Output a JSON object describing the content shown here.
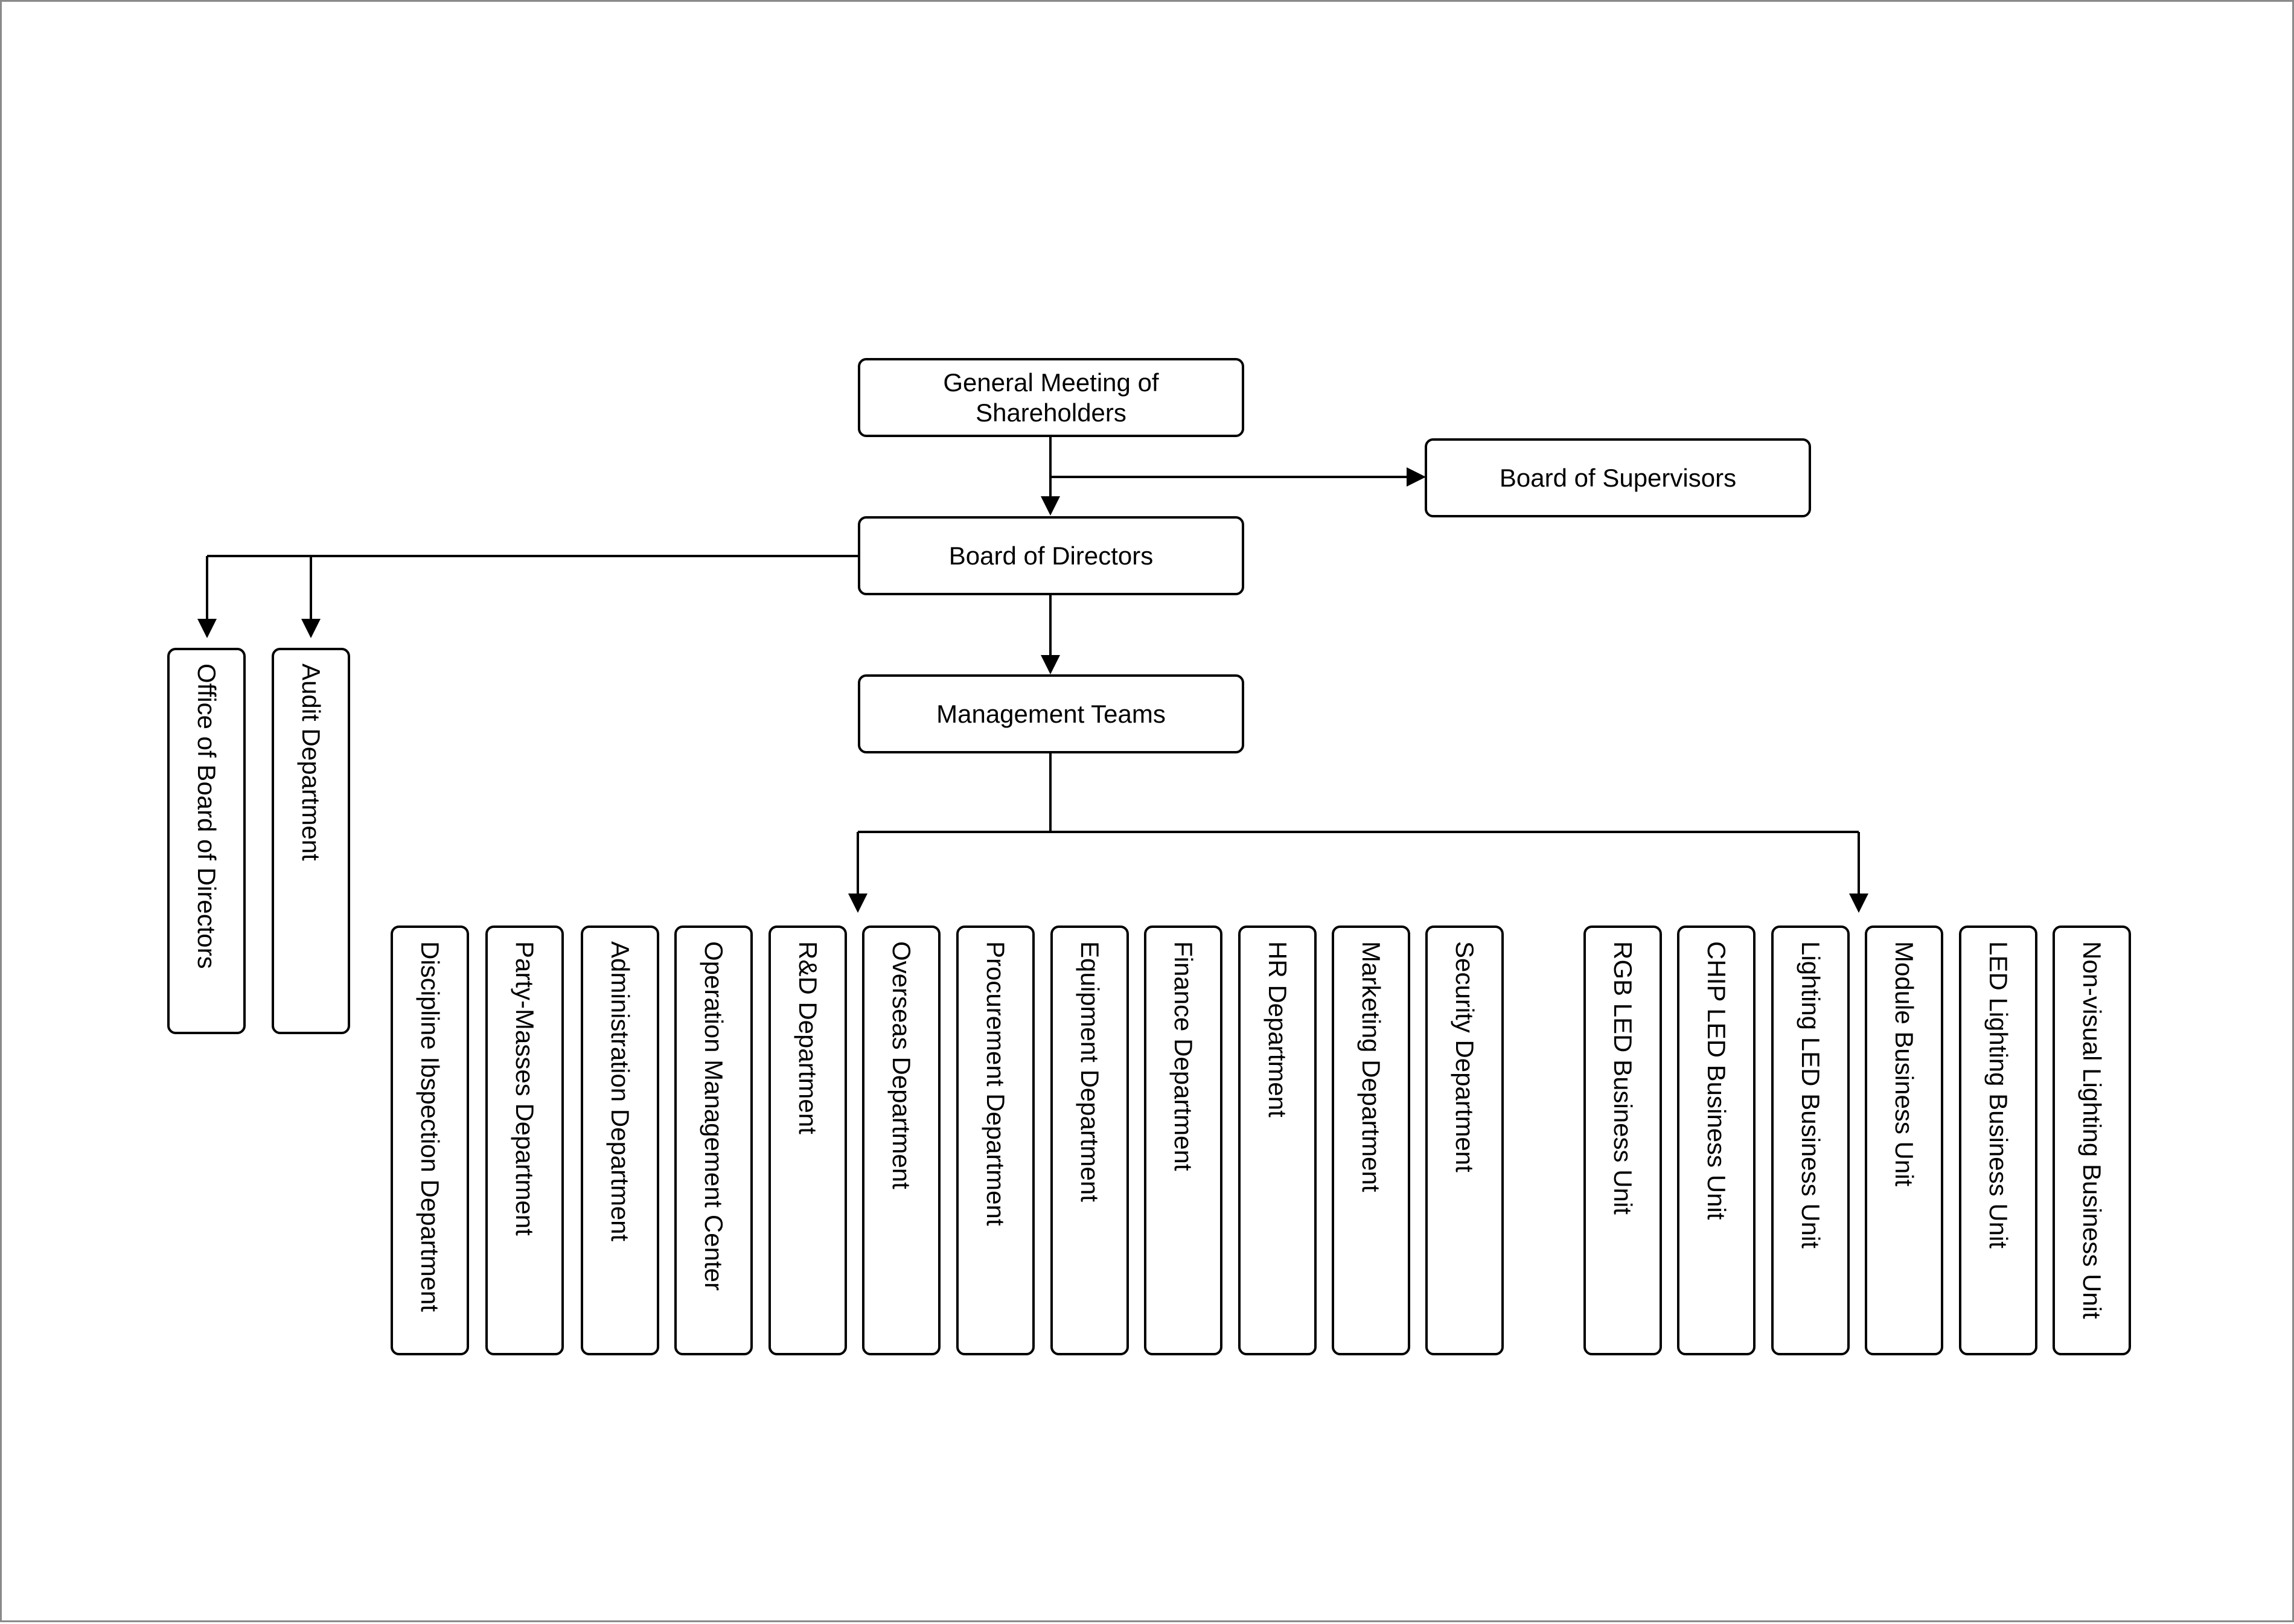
{
  "top_nodes": {
    "shareholders": "General Meeting of Shareholders",
    "supervisors": "Board of Supervisors",
    "directors": "Board of Directors",
    "management": "Management Teams"
  },
  "board_units": [
    "Office of Board of Directors",
    "Audit Department"
  ],
  "departments": [
    "Discipline Ibspection Department",
    "Party-Masses Department",
    "Administration Department",
    "Operation Management Center",
    "R&D Department",
    "Overseas Department",
    "Procurement Department",
    "Equipment Department",
    "Finance Department",
    "HR Department",
    "Marketing Department",
    "Security Department"
  ],
  "business_units": [
    "RGB LED Business Unit",
    "CHIP LED Business Unit",
    "Lighting LED Business Unit",
    "Module Business Unit",
    "LED Lighting Business Unit",
    "Non-visual Lighting Business Unit"
  ],
  "colors": {
    "line": "#000000",
    "box_border": "#000000",
    "background": "#ffffff"
  }
}
